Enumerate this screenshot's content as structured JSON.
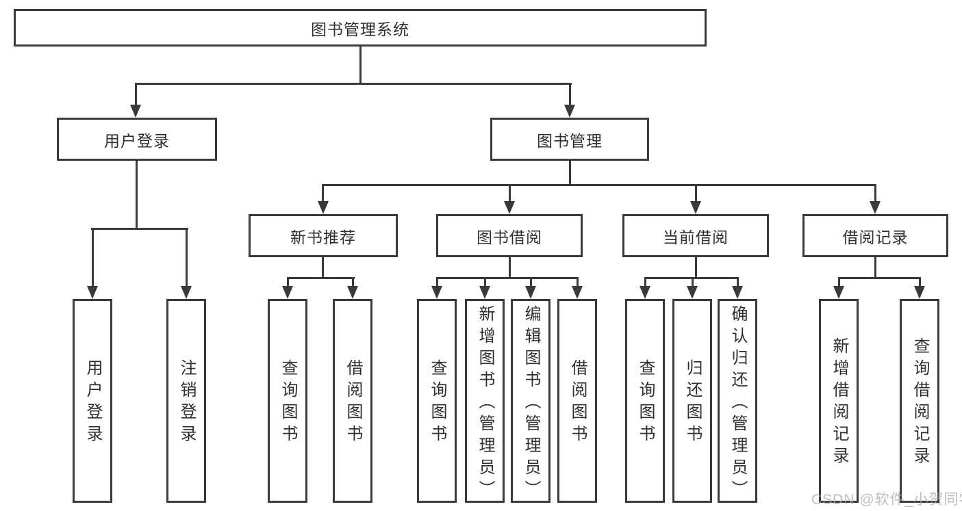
{
  "diagram": {
    "root": {
      "label": "图书管理系统"
    },
    "branches": [
      {
        "label": "用户登录",
        "children": [
          {
            "label": "用户登录"
          },
          {
            "label": "注销登录"
          }
        ]
      },
      {
        "label": "图书管理",
        "children": [
          {
            "label": "新书推荐",
            "children": [
              {
                "label": "查询图书"
              },
              {
                "label": "借阅图书"
              }
            ]
          },
          {
            "label": "图书借阅",
            "children": [
              {
                "label": "查询图书"
              },
              {
                "label": "新增图书（管理员）"
              },
              {
                "label": "编辑图书（管理员）"
              },
              {
                "label": "借阅图书"
              }
            ]
          },
          {
            "label": "当前借阅",
            "children": [
              {
                "label": "查询图书"
              },
              {
                "label": "归还图书"
              },
              {
                "label": "确认归还（管理员）"
              }
            ]
          },
          {
            "label": "借阅记录",
            "children": [
              {
                "label": "新增借阅记录"
              },
              {
                "label": "查询借阅记录"
              }
            ]
          }
        ]
      }
    ]
  },
  "watermark": {
    "text": "CSDN @软件_小贺同学",
    "color": "#c8c8c8"
  },
  "colors": {
    "line": "#3a3a3a",
    "background": "#ffffff",
    "text": "#303030"
  }
}
